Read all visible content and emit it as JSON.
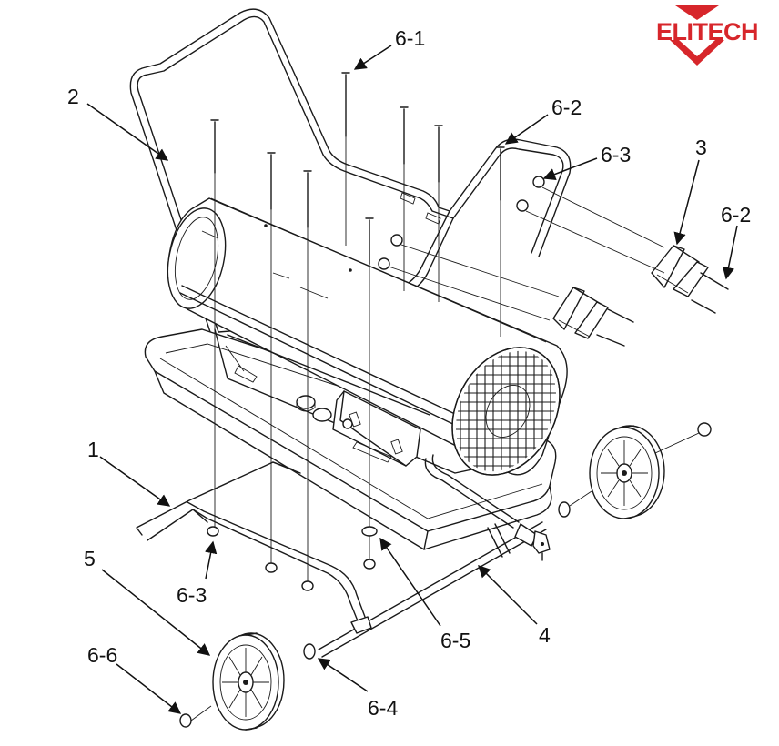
{
  "brand": {
    "name": "ELITECH",
    "color": "#d7262b"
  },
  "callouts": {
    "c1": "1",
    "c2": "2",
    "c3": "3",
    "c4": "4",
    "c5": "5",
    "c6_1": "6-1",
    "c6_2a": "6-2",
    "c6_2b": "6-2",
    "c6_3a": "6-3",
    "c6_3b": "6-3",
    "c6_4": "6-4",
    "c6_5": "6-5",
    "c6_6": "6-6"
  },
  "colors": {
    "line": "#1a1a1a",
    "background": "#ffffff"
  }
}
